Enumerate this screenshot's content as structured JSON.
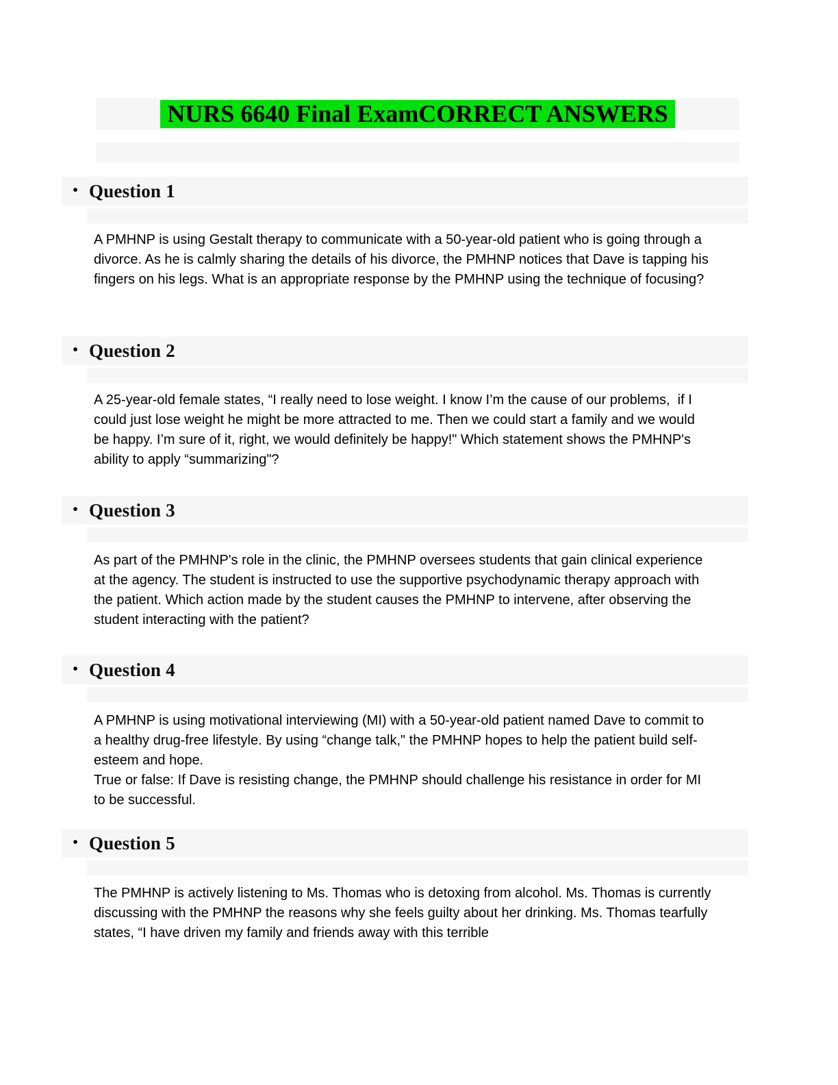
{
  "document": {
    "title": "NURS 6640 Final ExamCORRECT ANSWERS",
    "bullet_glyph": "•",
    "colors": {
      "highlight": "#00e10a",
      "band": "#f6f6f6",
      "text": "#000000"
    }
  },
  "questions": [
    {
      "label": "Question 1",
      "body": "A PMHNP is using Gestalt therapy to communicate with a 50-year-old patient who is going through a divorce. As he is calmly sharing the details of his divorce, the PMHNP notices that Dave is tapping his fingers on his legs. What is an appropriate response by the PMHNP using the technique of focusing?"
    },
    {
      "label": "Question 2",
      "body": "A 25-year-old female states, “I really need to lose weight. I know I’m the cause of our problems,  if I could just lose weight he might be more attracted to me. Then we could start a family and we would be happy. I’m sure of it, right, we would definitely be happy!\" Which statement shows the PMHNP's ability to apply “summarizing\"?"
    },
    {
      "label": "Question 3",
      "body": "As part of the PMHNP's role in the clinic, the PMHNP oversees students that gain clinical experience at the agency. The student is instructed to use the supportive psychodynamic therapy approach with the patient. Which action made by the student causes the PMHNP to intervene, after observing the student interacting with the patient?"
    },
    {
      "label": "Question 4",
      "body": "A PMHNP is using motivational interviewing (MI) with a 50-year-old patient named Dave to commit to a healthy drug-free lifestyle. By using “change talk,\" the PMHNP hopes to help the patient build self-esteem and hope.\nTrue or false: If Dave is resisting change, the PMHNP should challenge his resistance in order for MI to be successful."
    },
    {
      "label": "Question 5",
      "body": "The PMHNP is actively listening to Ms. Thomas who is detoxing from alcohol. Ms. Thomas is currently discussing with the PMHNP the reasons why she feels guilty about her drinking. Ms. Thomas tearfully states, “I have driven my family and friends away with this terrible"
    }
  ]
}
